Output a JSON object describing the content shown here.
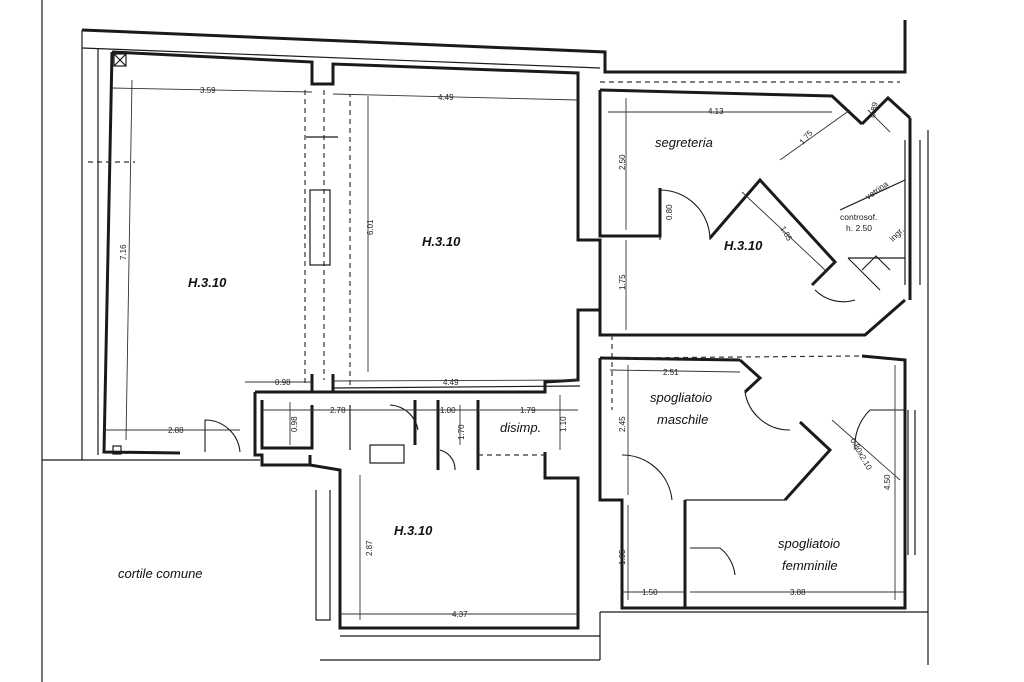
{
  "rooms": {
    "room_left_height": "H.3.10",
    "room_center_height": "H.3.10",
    "room_right_height": "H.3.10",
    "room_bottom_height": "H.3.10",
    "segreteria": "segreteria",
    "spogliatoio_m_1": "spogliatoio",
    "spogliatoio_m_2": "maschile",
    "spogliatoio_f_1": "spogliatoio",
    "spogliatoio_f_2": "femminile",
    "disimp": "disimp.",
    "cortile": "cortile comune",
    "controsoff_1": "controsof.",
    "controsoff_2": "h. 2.50",
    "vetrina": "vetrina",
    "ingr": "ingr."
  },
  "dimensions": {
    "d_359": "3.59",
    "d_449_top": "4.49",
    "d_413": "4.13",
    "d_175_diag": "1.75",
    "d_089": "0.89",
    "d_716": "7.16",
    "d_601": "6.01",
    "d_250": "2.50",
    "d_080_top": "0.80",
    "d_185": "1.85",
    "d_175_v": "1.75",
    "d_098_h": "0.98",
    "d_449_mid": "4.49",
    "d_278": "2.78",
    "d_100": "1.00",
    "d_179": "1.79",
    "d_098_v": "0.98",
    "d_110": "1.10",
    "d_170": "1.70",
    "d_288": "2.88",
    "d_251": "2.51",
    "d_245": "2.45",
    "d_080_right": "0.80x2.10",
    "d_450": "4.50",
    "d_287": "2.87",
    "d_195": "1.95",
    "d_437": "4.37",
    "d_150": "1.50",
    "d_388": "3.88"
  }
}
